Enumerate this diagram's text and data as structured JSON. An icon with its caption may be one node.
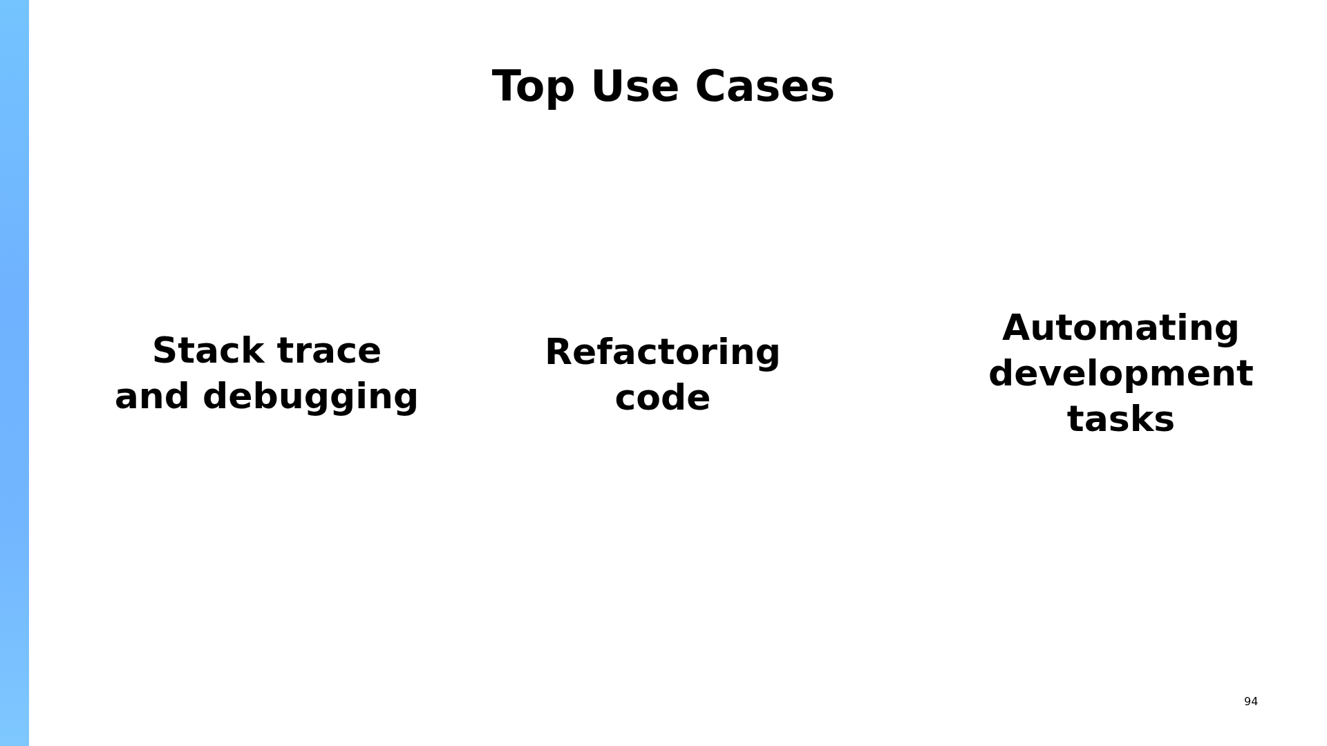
{
  "diagram": {
    "title": "Top Use Cases",
    "labels": [
      "Stack trace and debugging",
      "Refactoring code",
      "Automating development tasks",
      "94"
    ]
  }
}
